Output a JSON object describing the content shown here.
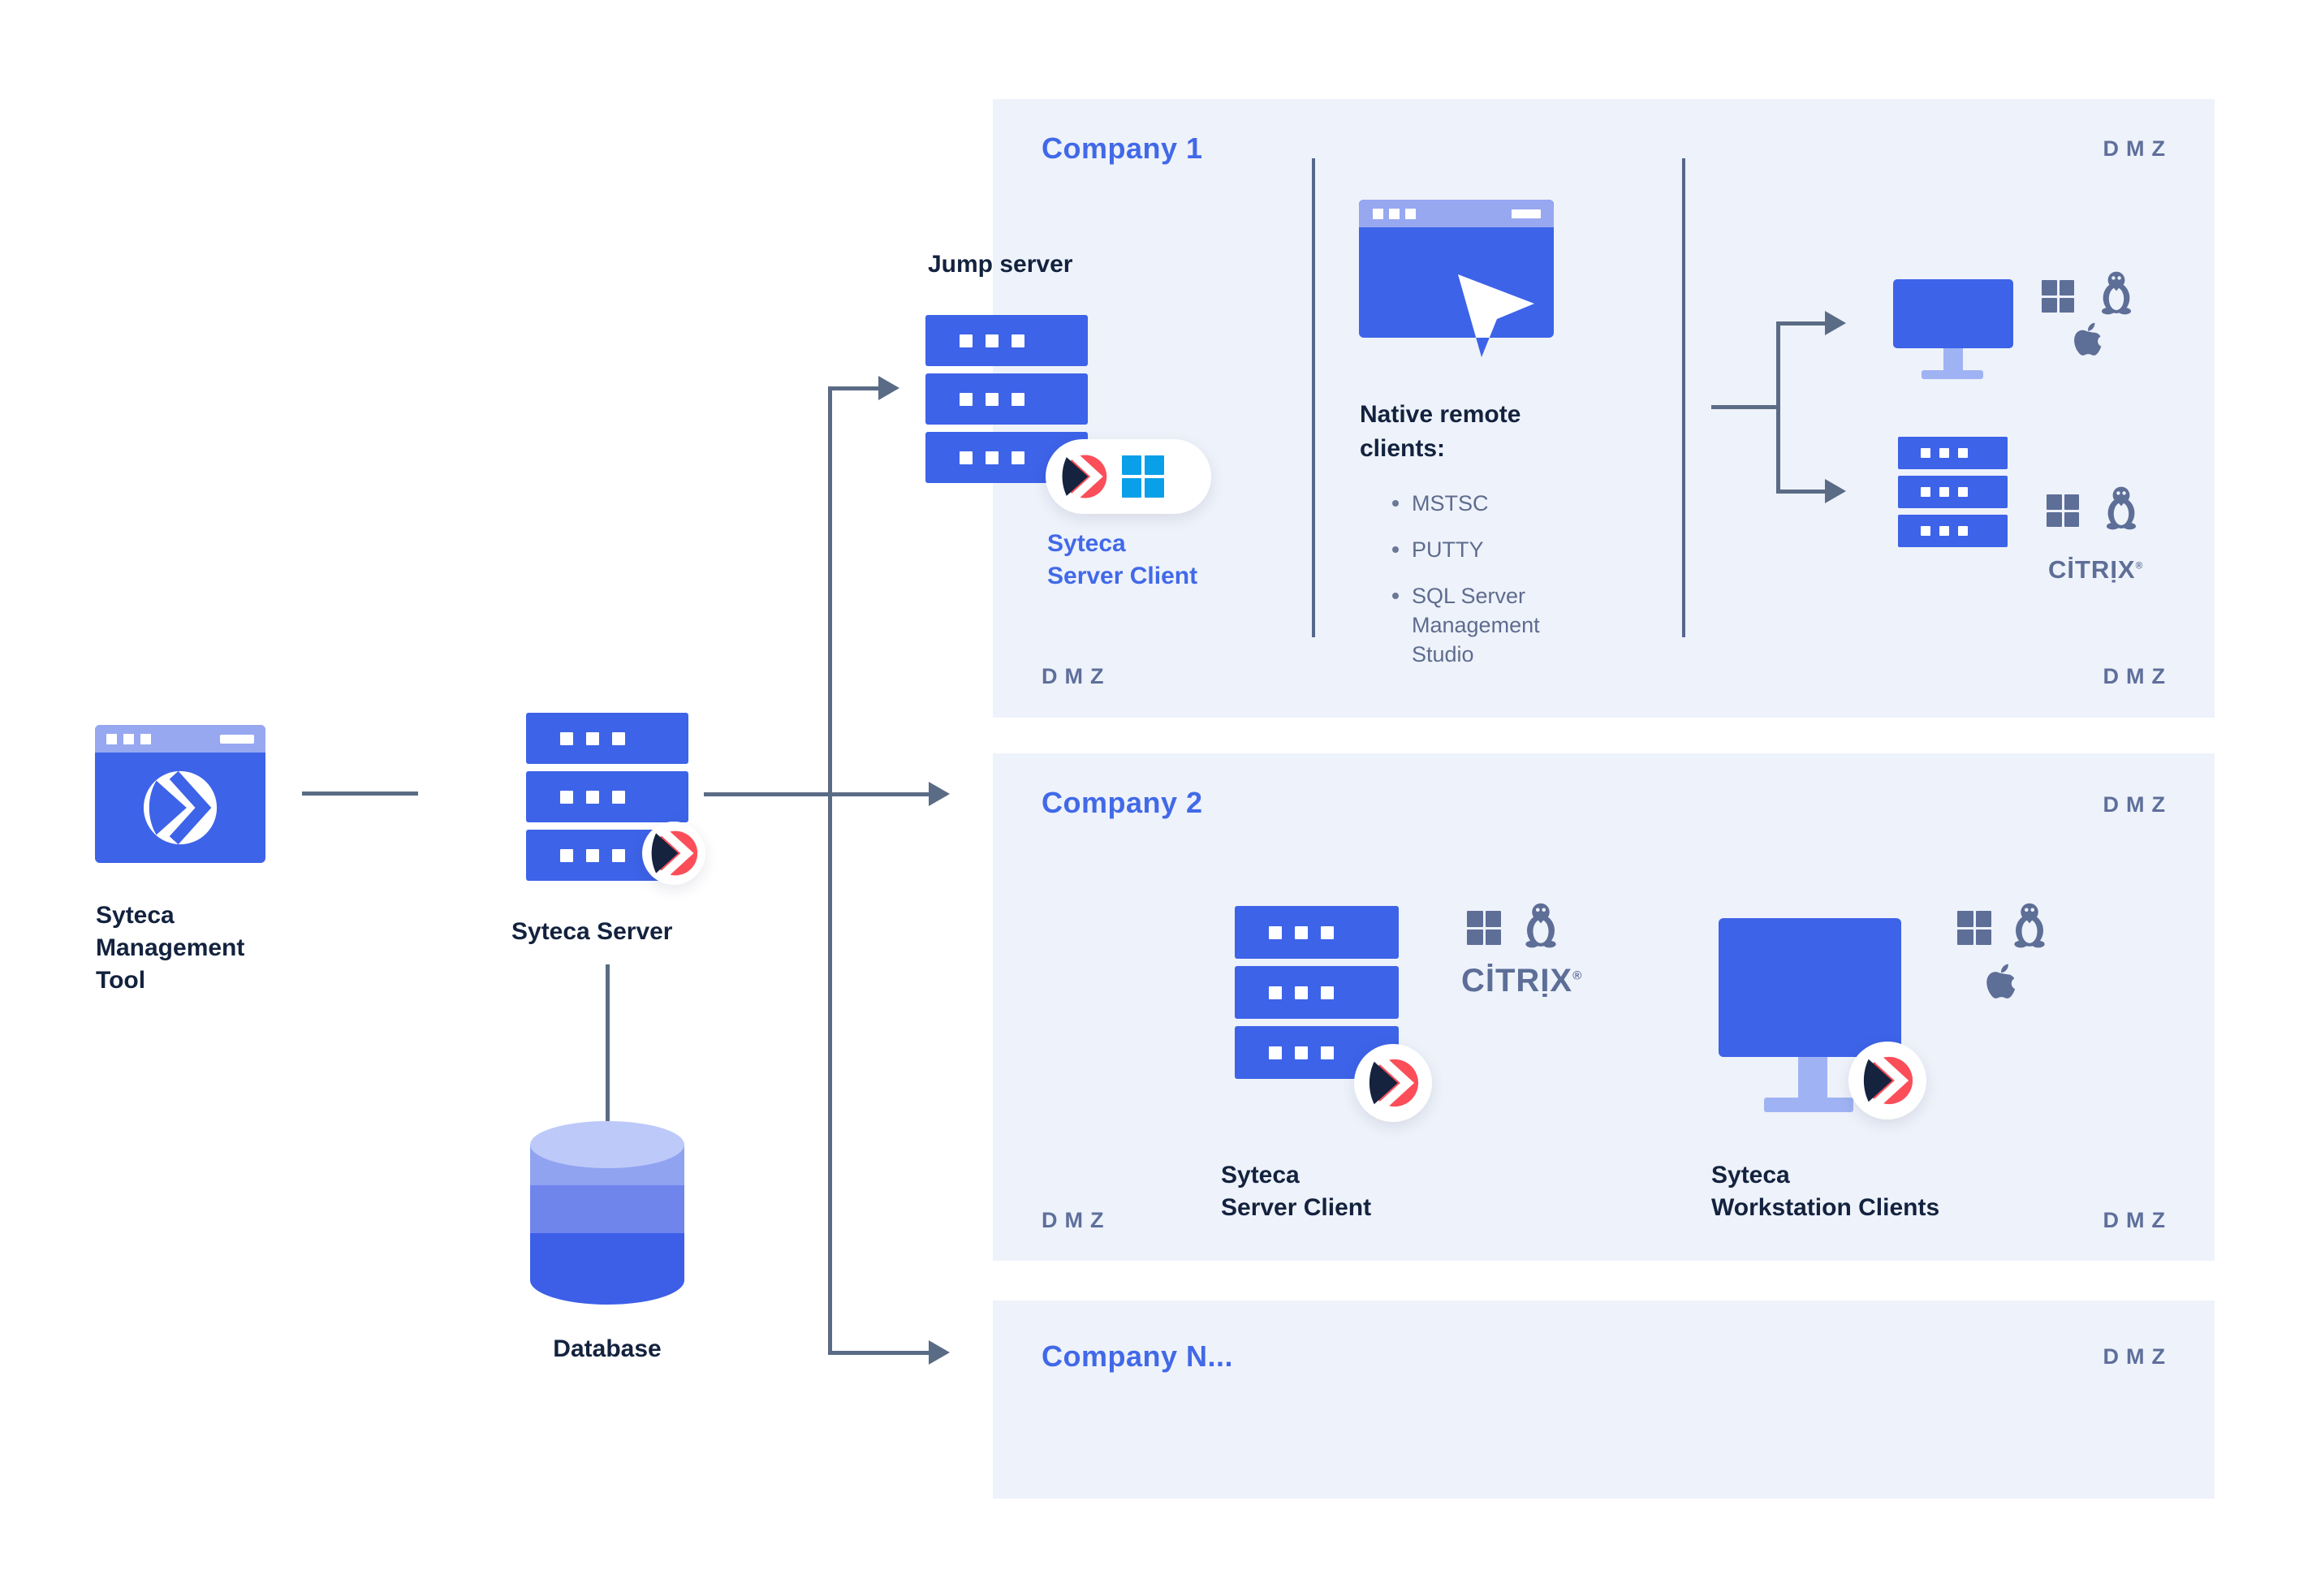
{
  "colors": {
    "accent_blue": "#3D63E8",
    "heading_blue": "#4169E8",
    "navy_text": "#13223E",
    "slate_icon": "#5D6E97",
    "slate_text": "#5E6C8E",
    "dmz_text": "#5E6F9B",
    "line": "#5A6B85",
    "panel_bg": "#EEF2FA",
    "logo_red": "#FB4E59",
    "windows_blue": "#0AA0E9",
    "light_blue": "#97A8F1"
  },
  "labels": {
    "dmz": "DMZ"
  },
  "left_flow": {
    "management_tool_line1": "Syteca",
    "management_tool_line2": "Management",
    "management_tool_line3": "Tool",
    "syteca_server_label": "Syteca Server",
    "database_label": "Database"
  },
  "jump_server": {
    "label": "Jump server",
    "client_line1": "Syteca",
    "client_line2": "Server Client"
  },
  "company1": {
    "title": "Company 1",
    "native_clients_heading": "Native remote clients:",
    "bullet1": "MSTSC",
    "bullet2": "PUTTY",
    "bullet3": "SQL Server Management Studio",
    "citrix_wordmark": "CİTRỊX",
    "citrix_reg": "®"
  },
  "company2": {
    "title": "Company 2",
    "server_client_line1": "Syteca",
    "server_client_line2": "Server Client",
    "workstation_line1": "Syteca",
    "workstation_line2": "Workstation Clients",
    "citrix_wordmark": "CİTRỊX",
    "citrix_reg": "®"
  },
  "companyN": {
    "title": "Company N..."
  }
}
